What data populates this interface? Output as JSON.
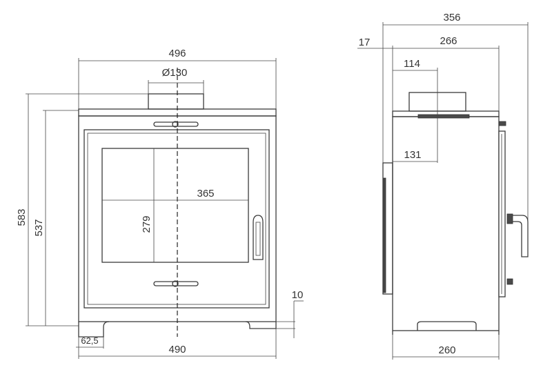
{
  "front_view": {
    "dimensions": {
      "top_width": "496",
      "flue_diameter": "Ø130",
      "total_height": "583",
      "body_height": "537",
      "window_width": "365",
      "window_height": "279",
      "foot_offset": "62,5",
      "base_width": "490",
      "step_height": "10"
    }
  },
  "side_view": {
    "dimensions": {
      "overall_depth": "356",
      "front_offset": "17",
      "top_depth": "266",
      "flue_offset": "114",
      "flue_pipe_depth": "131",
      "base_depth": "260"
    }
  }
}
